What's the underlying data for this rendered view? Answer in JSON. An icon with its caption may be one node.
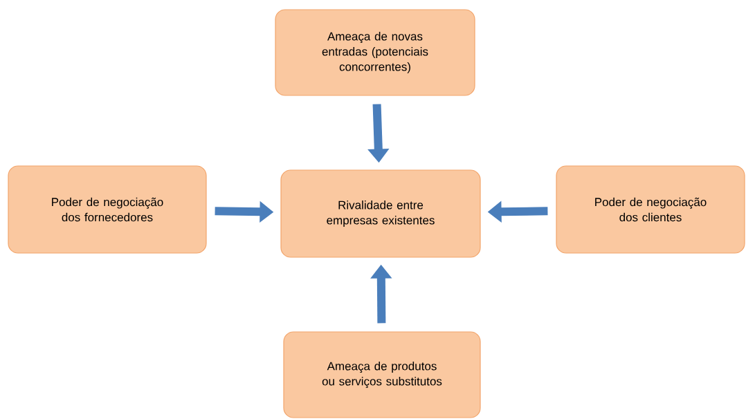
{
  "diagram": {
    "nodes": [
      {
        "text": [
          "Ameaça de novas entradas (potenciais concorrentes)"
        ]
      },
      {
        "text": [
          "Poder de negociação dos fornecedores"
        ]
      },
      {
        "text": [
          "Rivalidade entre empresas existentes"
        ]
      },
      {
        "text": [
          "Poder de negociação dos clientes"
        ]
      },
      {
        "text": [
          "Ameaça de produtos ou serviços substitutos"
        ]
      }
    ],
    "edges": [
      {
        "from": 0,
        "to": 2,
        "arrow": "to"
      },
      {
        "from": 1,
        "to": 2,
        "arrow": "to"
      },
      {
        "from": 3,
        "to": 2,
        "arrow": "to"
      },
      {
        "from": 4,
        "to": 2,
        "arrow": "to"
      }
    ]
  }
}
